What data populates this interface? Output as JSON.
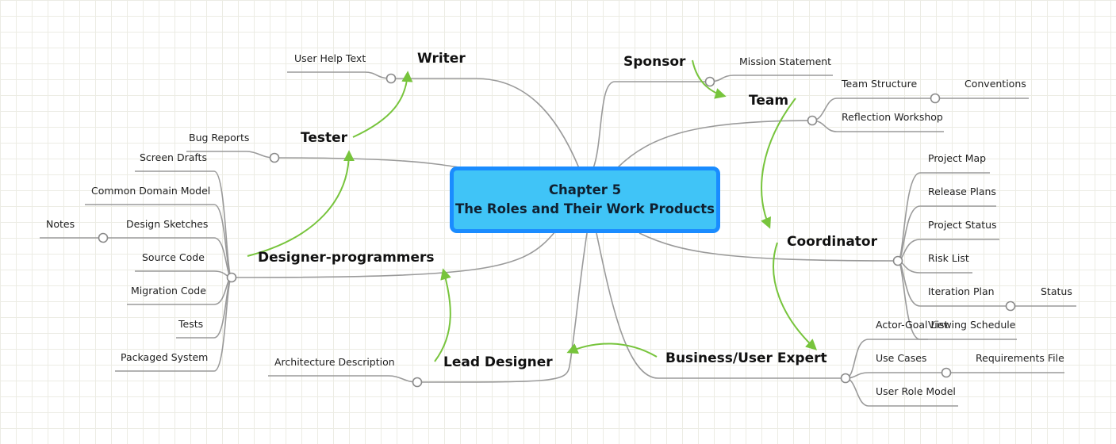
{
  "central_topic": {
    "line1": "Chapter 5",
    "line2": "The Roles and Their Work Products"
  },
  "roles": {
    "writer": "Writer",
    "tester": "Tester",
    "designer_programmers": "Designer-programmers",
    "lead_designer": "Lead Designer",
    "sponsor": "Sponsor",
    "team": "Team",
    "coordinator": "Coordinator",
    "business_user_expert": "Business/User Expert"
  },
  "products": {
    "user_help_text": "User Help Text",
    "bug_reports": "Bug Reports",
    "screen_drafts": "Screen Drafts",
    "common_domain_model": "Common Domain Model",
    "design_sketches": "Design Sketches",
    "notes": "Notes",
    "source_code": "Source Code",
    "migration_code": "Migration Code",
    "tests": "Tests",
    "packaged_system": "Packaged System",
    "architecture_description": "Architecture Description",
    "mission_statement": "Mission Statement",
    "team_structure": "Team Structure",
    "conventions": "Conventions",
    "reflection_workshop": "Reflection Workshop",
    "project_map": "Project Map",
    "release_plans": "Release Plans",
    "project_status": "Project Status",
    "risk_list": "Risk List",
    "iteration_plan": "Iteration Plan",
    "status": "Status",
    "viewing_schedule": "Viewing Schedule",
    "actor_goal_list": "Actor-Goal List",
    "use_cases": "Use Cases",
    "requirements_file": "Requirements File",
    "user_role_model": "User Role Model"
  },
  "colors": {
    "central_fill": "#40c4f7",
    "central_border": "#1a8cff",
    "branch_line": "#9a9a9a",
    "relationship_arrow": "#77c43c"
  }
}
